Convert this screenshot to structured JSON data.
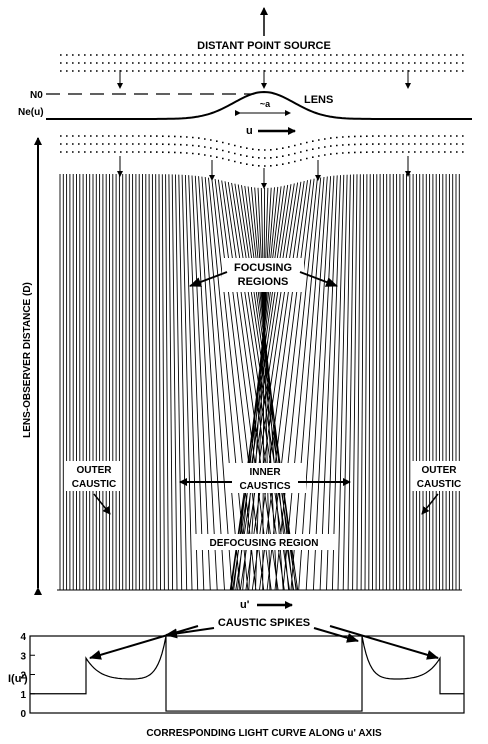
{
  "labels": {
    "source": "DISTANT POINT SOURCE",
    "n0": "N0",
    "ne": "Ne(u)",
    "lens": "LENS",
    "width": "~a",
    "u": "u",
    "distance": "LENS-OBSERVER DISTANCE (D)",
    "focusing_1": "FOCUSING",
    "focusing_2": "REGIONS",
    "outer_1": "OUTER",
    "outer_2": "CAUSTIC",
    "inner_1": "INNER",
    "inner_2": "CAUSTICS",
    "defocusing": "DEFOCUSING REGION",
    "u_prime": "u'",
    "spikes": "CAUSTIC SPIKES",
    "y_axis": "I(u')",
    "caption": "CORRESPONDING LIGHT CURVE ALONG u' AXIS"
  },
  "light_curve": {
    "y_ticks": [
      "0",
      "1",
      "2",
      "3",
      "4"
    ],
    "ylim": [
      0,
      4
    ],
    "baseline": 1,
    "spike_peak": 2.85,
    "caustic_level": 4,
    "defocus_level": 0.1
  }
}
